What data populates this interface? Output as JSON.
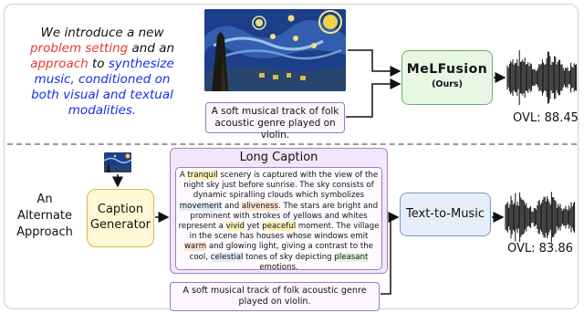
{
  "intro": {
    "p1": "We introduce a new",
    "p2": "problem setting",
    "p3": "and an",
    "p4": "approach",
    "p5": "to",
    "p6": "synthesize music, conditioned on both visual and textual",
    "p7": "modalities."
  },
  "top_prompt": "A soft musical track of folk acoustic genre played on violin.",
  "melfusion": {
    "title": "MeLFusion",
    "subtitle": "(Ours)"
  },
  "ovl_top": "OVL: 88.45",
  "alt_label": "An Alternate Approach",
  "caption_generator": "Caption Generator",
  "long_caption": {
    "title": "Long Caption",
    "s1": "A",
    "w1": "tranquil",
    "s2": "scenery is captured with the view of the night sky just before sunrise. The sky consists of dynamic spiralling clouds which symbolizes",
    "w2": "movement",
    "s3": "and",
    "w3": "aliveness",
    "s4": ". The stars are bright and prominent with strokes of yellows and whites represent a",
    "w4": "vivid",
    "s5": "yet",
    "w5": "peaceful",
    "s6": "moment. The village in the scene has houses whose windows emit",
    "w6": "warm",
    "s7": "and glowing light, giving a contrast to the cool,",
    "w7": "celestial",
    "s8": "tones of sky depicting",
    "w8": "pleasant",
    "s9": "emotions."
  },
  "bottom_prompt": "A soft musical track of folk acoustic genre played on violin.",
  "text_to_music": "Text-to-Music",
  "ovl_bottom": "OVL: 83.86",
  "colors": {
    "red": "#e53935",
    "blue": "#1a2ee6",
    "melfusion_fill": "#e8f6e4",
    "t2m_fill": "#e6eff9",
    "caption_fill": "#fff8d5",
    "long_caption_fill": "#f2e6fa"
  }
}
